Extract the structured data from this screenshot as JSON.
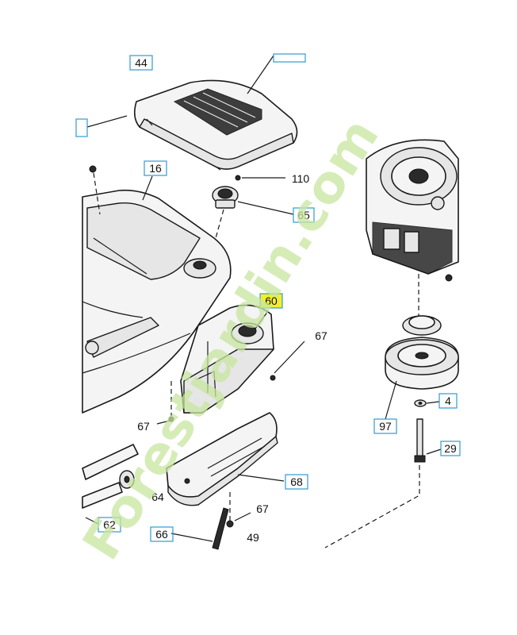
{
  "diagram": {
    "callouts": {
      "c44": "44",
      "c16": "16",
      "c110": "110",
      "c65": "65",
      "c60": "60",
      "c67a": "67",
      "c67b": "67",
      "c67c": "67",
      "c68": "68",
      "c64": "64",
      "c62": "62",
      "c66": "66",
      "c49": "49",
      "c97": "97",
      "c4": "4",
      "c29": "29"
    },
    "watermark": "Forestjardin.com"
  },
  "colors": {
    "callout_box": "#2f9bd6",
    "highlight": "#f3ee2a",
    "watermark_green": "#c8e6a0",
    "watermark_orange": "#f0b27a",
    "watermark_grey": "#c9c2b8"
  }
}
